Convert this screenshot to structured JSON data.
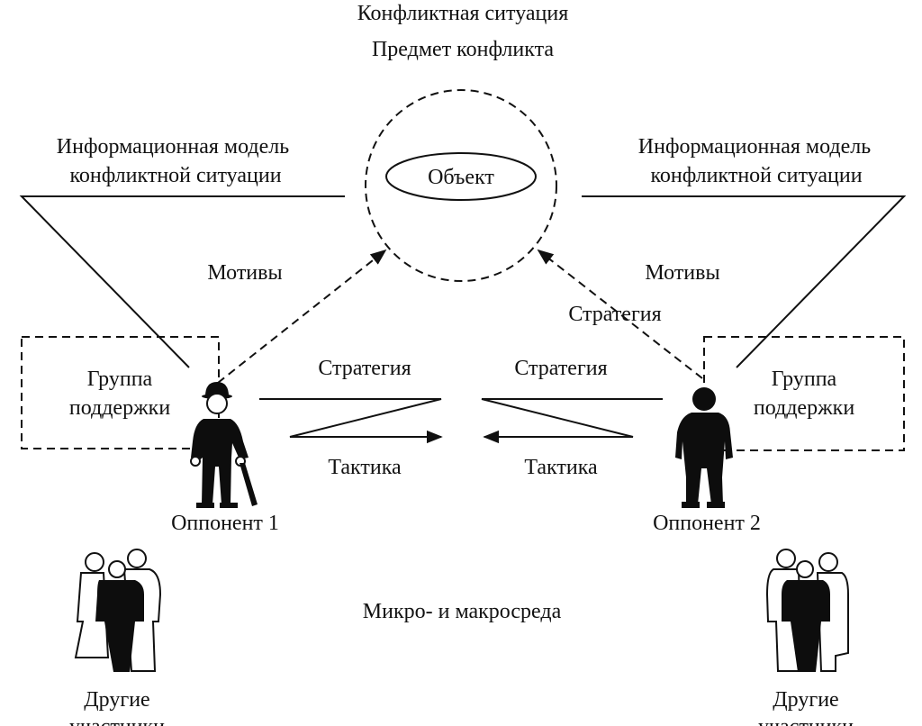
{
  "diagram": {
    "title": "Конфликтная ситуация",
    "subject_label": "Предмет конфликта",
    "object_label": "Объект",
    "info_model_left": {
      "line1": "Информационная модель",
      "line2": "конфликтной ситуации"
    },
    "info_model_right": {
      "line1": "Информационная модель",
      "line2": "конфликтной ситуации"
    },
    "motives_left": "Мотивы",
    "motives_right": "Мотивы",
    "strategy_right_diag": "Стратегия",
    "strategy_left": "Стратегия",
    "strategy_right": "Стратегия",
    "tactics_left": "Тактика",
    "tactics_right": "Тактика",
    "support_group_left": {
      "line1": "Группа",
      "line2": "поддержки"
    },
    "support_group_right": {
      "line1": "Группа",
      "line2": "поддержки"
    },
    "opponent_1": "Оппонент 1",
    "opponent_2": "Оппонент 2",
    "environment": "Микро- и макросреда",
    "others_left": {
      "line1": "Другие",
      "line2": "участники"
    },
    "others_right": {
      "line1": "Другие",
      "line2": "участники"
    },
    "icons": {
      "opponent_1": "man-with-bowler-hat-and-umbrella-icon",
      "opponent_2": "man-silhouette-icon",
      "others": "group-of-people-icon"
    }
  }
}
